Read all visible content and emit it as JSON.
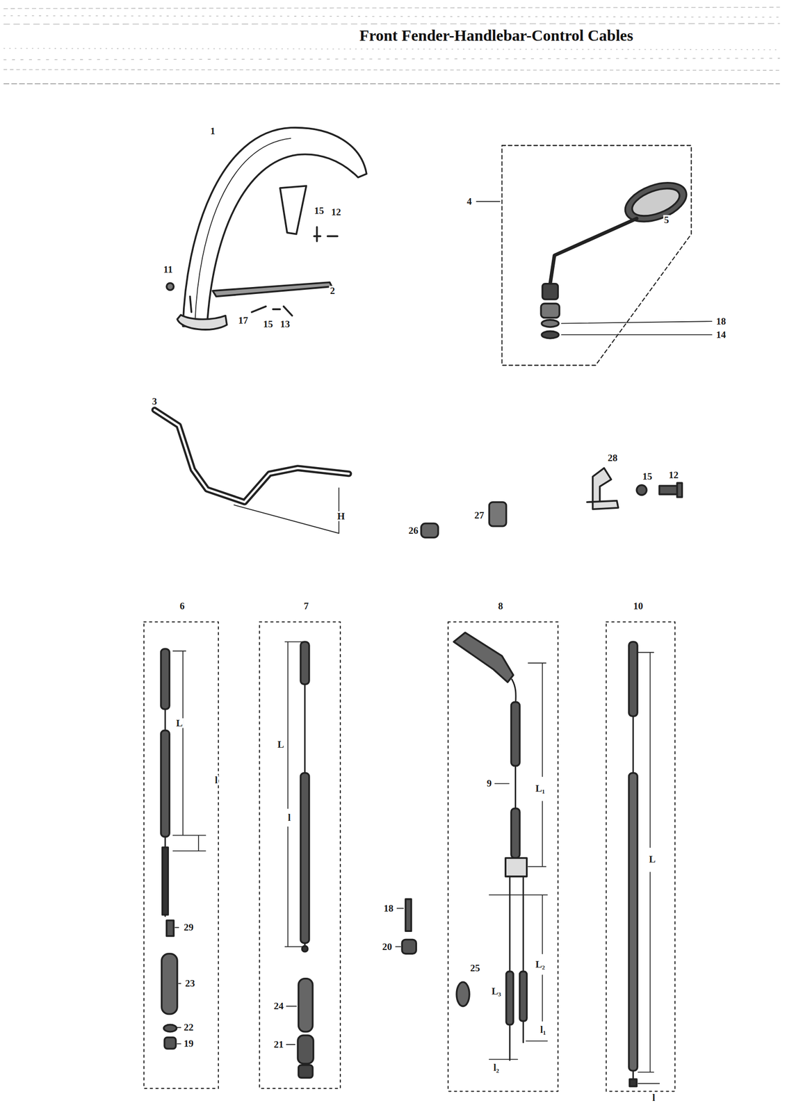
{
  "diagram": {
    "title": "Front Fender-Handlebar-Control Cables",
    "labels": [
      "1",
      "15",
      "12",
      "11",
      "2",
      "17",
      "15",
      "13",
      "4",
      "5",
      "18",
      "14",
      "3",
      "H",
      "26",
      "27",
      "28",
      "15",
      "12",
      "6",
      "7",
      "8",
      "10",
      "L",
      "l",
      "29",
      "23",
      "22",
      "19",
      "L",
      "l",
      "24",
      "21",
      "18",
      "20",
      "9",
      "L₁",
      "25",
      "L₃",
      "L₂",
      "l₁",
      "l₂",
      "L",
      "l"
    ]
  }
}
